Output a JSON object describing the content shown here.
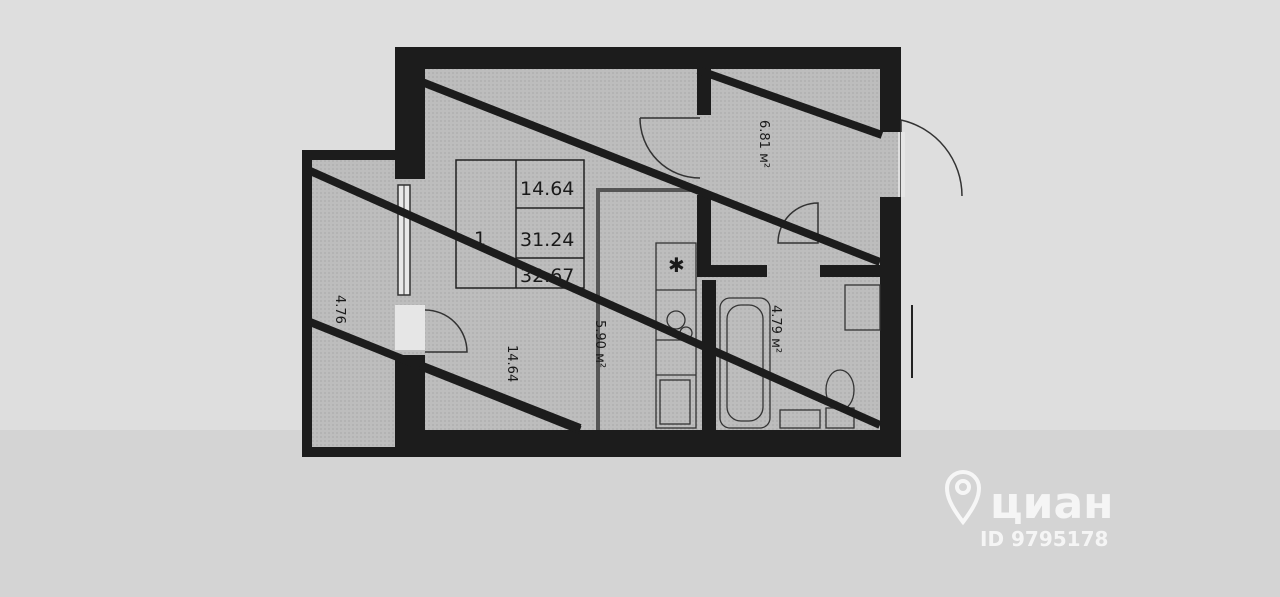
{
  "plan": {
    "area_box": {
      "room_count": "1",
      "living": "14.64",
      "total": "31.24",
      "total_with_balcony": "32.67"
    },
    "rooms": {
      "balcony": "4.76",
      "living_room": "14.64",
      "kitchen": "5.90 м²",
      "hall": "6.81 м²",
      "bathroom": "4.79 м²"
    }
  },
  "watermark": {
    "brand": "циан",
    "id_text": "ID 9795178"
  },
  "colors": {
    "background": "#dcdcdc",
    "room_fill": "#b9b9b9",
    "wall": "#1c1c1c",
    "watermark": "#ffffff"
  }
}
